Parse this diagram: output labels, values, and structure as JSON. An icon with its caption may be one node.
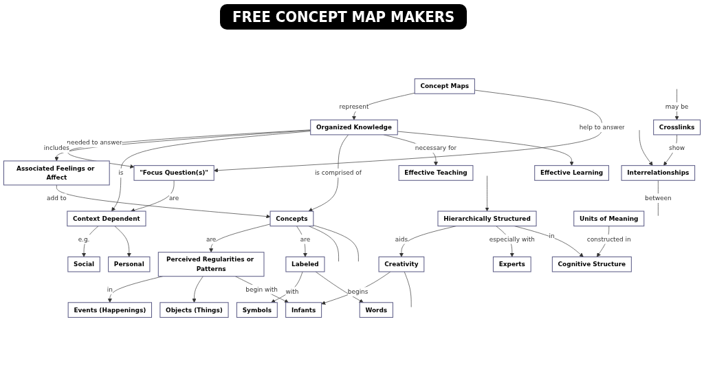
{
  "diagram": {
    "title": "FREE CONCEPT MAP MAKERS",
    "nodes": [
      {
        "text": [
          "Concept Maps"
        ]
      },
      {
        "text": [
          "\"Focus Question(s)\""
        ]
      },
      {
        "text": [
          "Organized Knowledge"
        ]
      },
      {
        "text": [
          "Associated Feelings or Affect"
        ]
      },
      {
        "text": [
          "Context Dependent"
        ]
      },
      {
        "text": [
          "Concepts"
        ]
      },
      {
        "text": [
          "Effective Teaching"
        ]
      },
      {
        "text": [
          "Effective Learning"
        ]
      },
      {
        "text": [
          "Personal"
        ]
      },
      {
        "text": [
          "Social"
        ]
      },
      {
        "text": [
          "Perceived Regularities or Patterns"
        ]
      },
      {
        "text": [
          "Labeled"
        ]
      },
      {
        "text": [
          "Hierarchically Structured"
        ]
      },
      {
        "text": [
          "Units of Meaning"
        ]
      },
      {
        "text": [
          "Crosslinks"
        ]
      },
      {
        "text": [
          "Events (Happenings)"
        ]
      },
      {
        "text": [
          "Objects (Things)"
        ]
      },
      {
        "text": [
          "Symbols"
        ]
      },
      {
        "text": [
          "Words"
        ]
      },
      {
        "text": [
          "Cognitive Structure"
        ]
      },
      {
        "text": [
          "Creativity"
        ]
      },
      {
        "text": [
          "Experts"
        ]
      },
      {
        "text": [
          "Interrelationships"
        ]
      },
      {
        "text": [
          "Infants"
        ]
      }
    ],
    "edges": [
      {
        "from": 0,
        "to": 2,
        "arrow": "to",
        "label": "represent"
      },
      {
        "from": 0,
        "to": 1,
        "arrow": "to",
        "label": "help to answer"
      },
      {
        "from": 2,
        "to": 1,
        "arrow": "to",
        "label": "needed to answer"
      },
      {
        "from": 2,
        "to": 3,
        "arrow": "to",
        "label": "includes"
      },
      {
        "from": 2,
        "to": 4,
        "arrow": "to",
        "label": "is"
      },
      {
        "from": 1,
        "to": 4,
        "arrow": "to",
        "label": "are"
      },
      {
        "from": 3,
        "to": 5,
        "arrow": "to",
        "label": "add to"
      },
      {
        "from": 2,
        "to": 5,
        "arrow": "to",
        "label": "is comprised of"
      },
      {
        "from": 2,
        "to": 6,
        "arrow": "to",
        "label": "necessary for"
      },
      {
        "from": 2,
        "to": 7,
        "arrow": "to"
      },
      {
        "from": 4,
        "to": 9,
        "arrow": "to",
        "label": "e.g."
      },
      {
        "from": 4,
        "to": 8,
        "arrow": "to"
      },
      {
        "from": 5,
        "to": 10,
        "arrow": "to",
        "label": "are"
      },
      {
        "from": 5,
        "to": 11,
        "arrow": "to",
        "label": "are"
      },
      {
        "from": 5,
        "to": null,
        "arrow": "none"
      },
      {
        "from": 5,
        "to": null,
        "arrow": "none"
      },
      {
        "from": null,
        "to": 12,
        "arrow": "to"
      },
      {
        "from": null,
        "to": 14,
        "arrow": "to",
        "label": "may be"
      },
      {
        "from": 10,
        "to": 15,
        "arrow": "to",
        "label": "in"
      },
      {
        "from": 10,
        "to": 16,
        "arrow": "to"
      },
      {
        "from": 10,
        "to": 23,
        "arrow": "to",
        "label": "begin with"
      },
      {
        "from": 11,
        "to": 17,
        "arrow": "to",
        "label": "with"
      },
      {
        "from": 11,
        "to": 18,
        "arrow": "to"
      },
      {
        "from": 12,
        "to": 20,
        "arrow": "to",
        "label": "aids"
      },
      {
        "from": 12,
        "to": 21,
        "arrow": "to",
        "label": "especially with"
      },
      {
        "from": 12,
        "to": 19,
        "arrow": "to",
        "label": "in"
      },
      {
        "from": 13,
        "to": 19,
        "arrow": "to",
        "label": "constructed in"
      },
      {
        "from": 14,
        "to": 22,
        "arrow": "to",
        "label": "show"
      },
      {
        "from": 20,
        "to": 23,
        "arrow": "to",
        "label": "begins"
      },
      {
        "from": 20,
        "to": null,
        "arrow": "none"
      },
      {
        "from": null,
        "to": 22,
        "arrow": "to"
      },
      {
        "from": 22,
        "to": null,
        "arrow": "none",
        "label": "between"
      }
    ]
  }
}
